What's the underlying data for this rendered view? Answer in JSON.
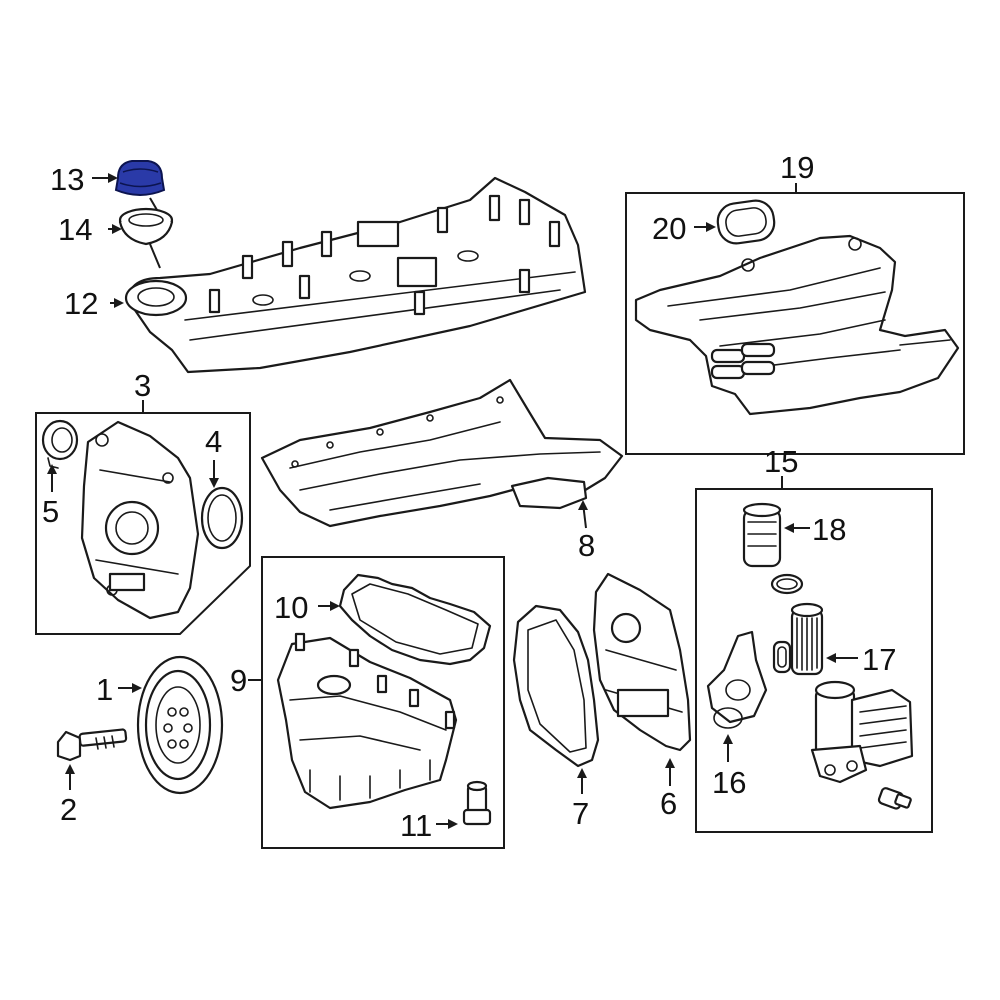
{
  "callouts": [
    {
      "id": "1",
      "label": "1"
    },
    {
      "id": "2",
      "label": "2"
    },
    {
      "id": "3",
      "label": "3"
    },
    {
      "id": "4",
      "label": "4"
    },
    {
      "id": "5",
      "label": "5"
    },
    {
      "id": "6",
      "label": "6"
    },
    {
      "id": "7",
      "label": "7"
    },
    {
      "id": "8",
      "label": "8"
    },
    {
      "id": "9",
      "label": "9"
    },
    {
      "id": "10",
      "label": "10"
    },
    {
      "id": "11",
      "label": "11"
    },
    {
      "id": "12",
      "label": "12"
    },
    {
      "id": "13",
      "label": "13"
    },
    {
      "id": "14",
      "label": "14"
    },
    {
      "id": "15",
      "label": "15"
    },
    {
      "id": "16",
      "label": "16"
    },
    {
      "id": "17",
      "label": "17"
    },
    {
      "id": "18",
      "label": "18"
    },
    {
      "id": "19",
      "label": "19"
    },
    {
      "id": "20",
      "label": "20"
    }
  ],
  "highlight": {
    "part": "13",
    "color": "#2a3aa8"
  },
  "colors": {
    "line": "#1a1a1a",
    "background": "#ffffff"
  }
}
